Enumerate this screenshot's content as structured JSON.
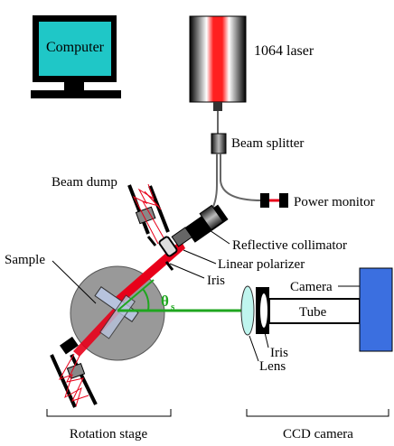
{
  "labels": {
    "computer": "Computer",
    "laser": "1064 laser",
    "beam_splitter": "Beam splitter",
    "power_monitor": "Power monitor",
    "beam_dump": "Beam dump",
    "reflective_collimator": "Reflective collimator",
    "linear_polarizer": "Linear polarizer",
    "iris_left": "Iris",
    "sample": "Sample",
    "theta_symbol": "θ",
    "theta_subscript": "s",
    "camera": "Camera",
    "tube": "Tube",
    "iris_right": "Iris",
    "lens": "Lens",
    "rotation_stage": "Rotation stage",
    "ccd_camera": "CCD camera"
  },
  "colors": {
    "laser_beam": "#e8001a",
    "scattered_beam": "#1fa61f",
    "camera_body": "#3b6fe0",
    "stage": "#999999",
    "monitor_screen": "#1fc7c7",
    "lens": "#bff5ee",
    "sample": "#b7c3dd"
  }
}
